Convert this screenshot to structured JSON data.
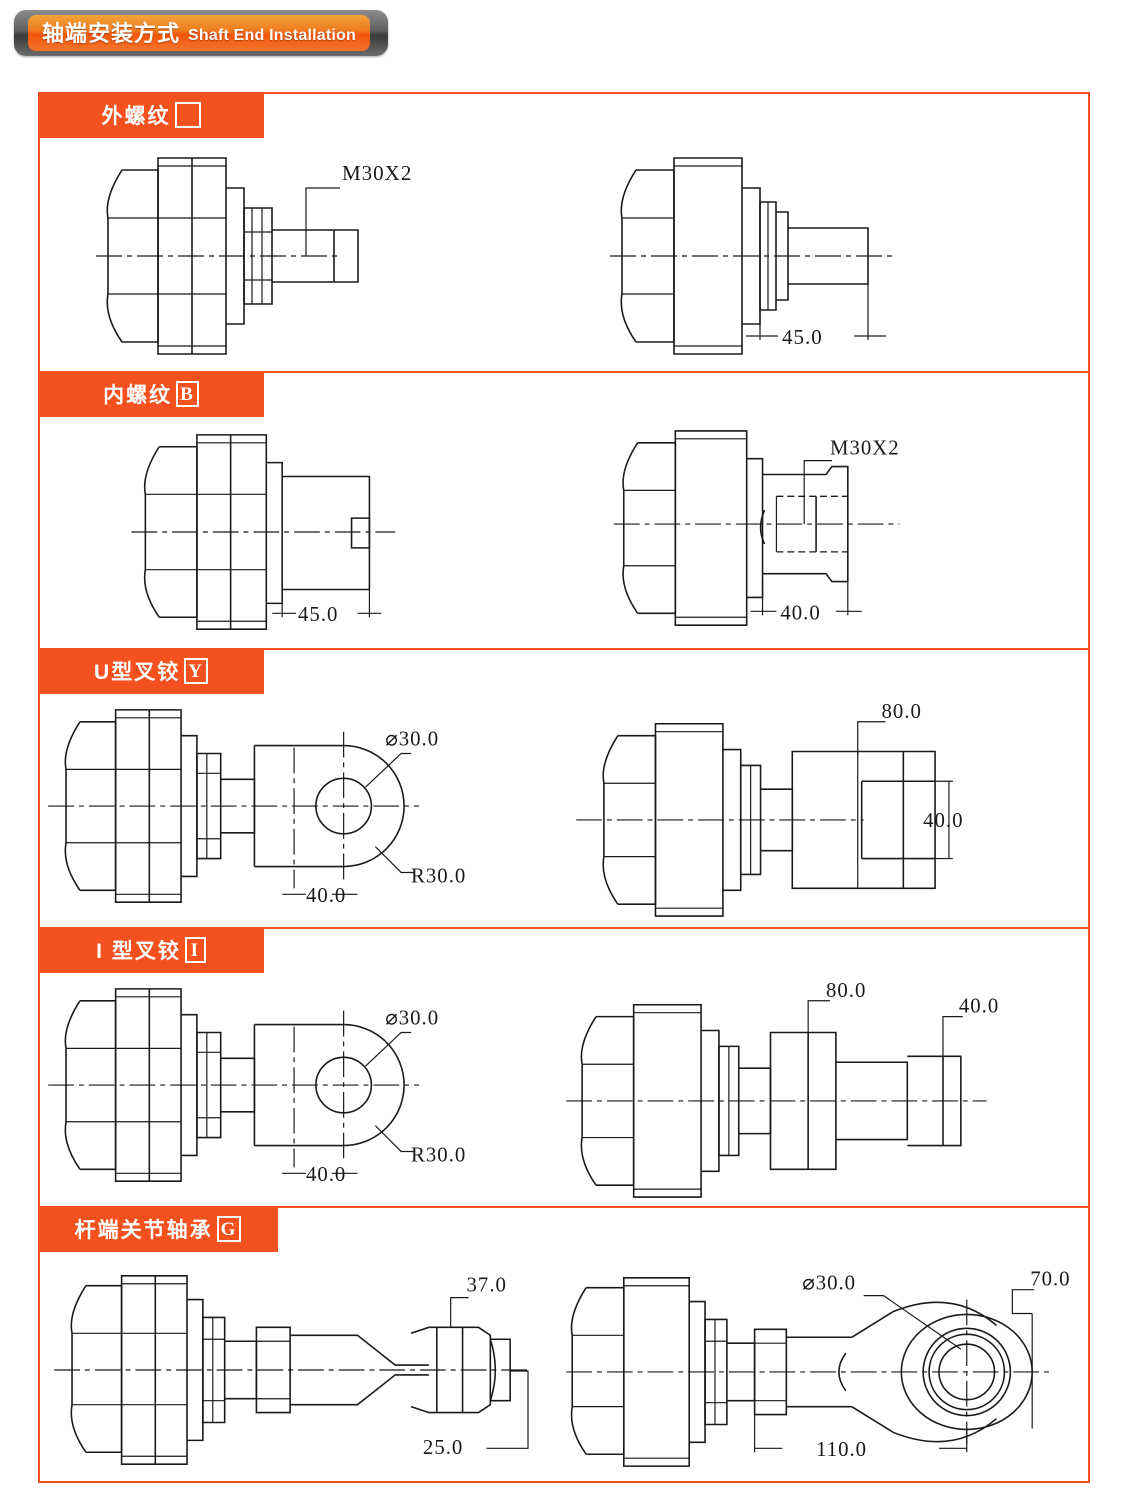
{
  "header": {
    "title_cn": "轴端安装方式",
    "title_en": "Shaft End Installation"
  },
  "theme": {
    "accent": "#f4511e",
    "header_orange_top": "#f2a33c",
    "header_orange_bottom": "#f4742a",
    "header_bezel": "#5e5e5e",
    "line": "#1a1a1a",
    "background": "#ffffff"
  },
  "rows": [
    {
      "label_text": "外螺纹",
      "label_code": "",
      "figures": [
        {
          "name": "external-thread-side-view",
          "dims": [
            "M30X2"
          ]
        },
        {
          "name": "external-thread-length-view",
          "dims": [
            "45.0"
          ]
        }
      ]
    },
    {
      "label_text": "内螺纹",
      "label_code": "B",
      "figures": [
        {
          "name": "internal-thread-end-view",
          "dims": [
            "45.0"
          ]
        },
        {
          "name": "internal-thread-section-view",
          "dims": [
            "M30X2",
            "40.0"
          ]
        }
      ]
    },
    {
      "label_text": "U型叉铰",
      "label_code": "Y",
      "figures": [
        {
          "name": "u-clevis-side-view",
          "dims": [
            "⌀30.0",
            "R30.0",
            "40.0"
          ]
        },
        {
          "name": "u-clevis-top-view",
          "dims": [
            "80.0",
            "40.0"
          ]
        }
      ]
    },
    {
      "label_text": "I 型叉铰",
      "label_code": "I",
      "figures": [
        {
          "name": "i-clevis-side-view",
          "dims": [
            "⌀30.0",
            "R30.0",
            "40.0"
          ]
        },
        {
          "name": "i-clevis-top-view",
          "dims": [
            "80.0",
            "40.0"
          ]
        }
      ]
    },
    {
      "label_text": "杆端关节轴承",
      "label_code": "G",
      "figures": [
        {
          "name": "rod-end-bearing-side-view",
          "dims": [
            "37.0",
            "25.0"
          ]
        },
        {
          "name": "rod-end-bearing-front-view",
          "dims": [
            "⌀30.0",
            "70.0",
            "110.0"
          ]
        }
      ]
    }
  ],
  "dimensions": {
    "r1f1_thread": "M30X2",
    "r1f2_len": "45.0",
    "r2f1_len": "45.0",
    "r2f2_thread": "M30X2",
    "r2f2_len": "40.0",
    "r3f1_dia": "⌀30.0",
    "r3f1_rad": "R30.0",
    "r3f1_w": "40.0",
    "r3f2_len": "80.0",
    "r3f2_w": "40.0",
    "r4f1_dia": "⌀30.0",
    "r4f1_rad": "R30.0",
    "r4f1_w": "40.0",
    "r4f2_len": "80.0",
    "r4f2_w": "40.0",
    "r5f1_a": "37.0",
    "r5f1_b": "25.0",
    "r5f2_dia": "⌀30.0",
    "r5f2_w": "70.0",
    "r5f2_len": "110.0"
  }
}
